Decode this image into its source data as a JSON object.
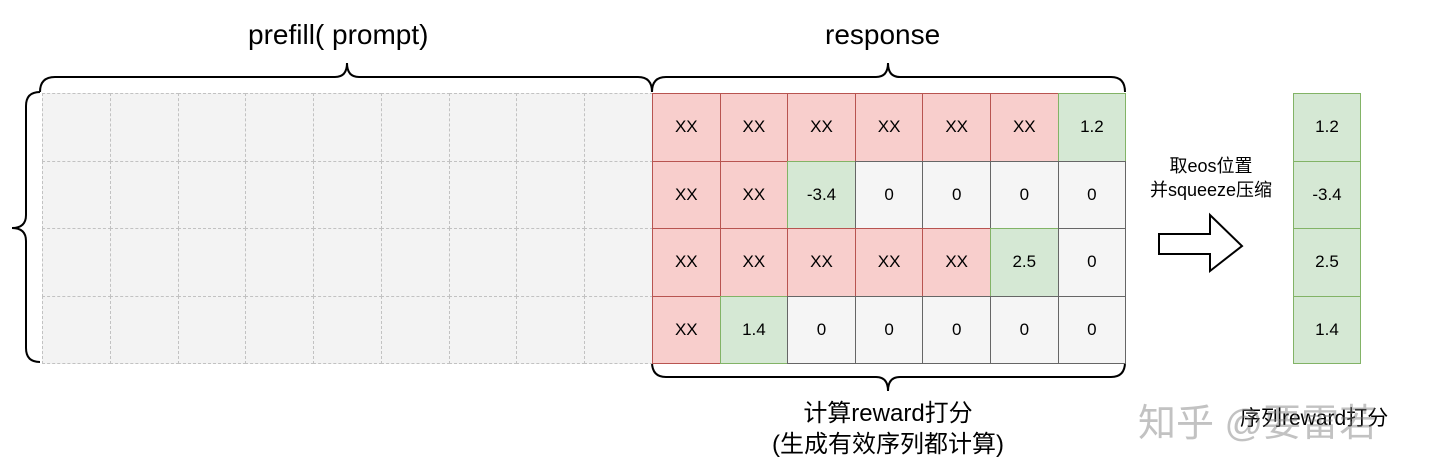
{
  "labels": {
    "prefill": "prefill( prompt)",
    "response": "response",
    "compute_line1": "计算reward打分",
    "compute_line2": "(生成有效序列都计算)",
    "arrow_line1": "取eos位置",
    "arrow_line2": "并squeeze压缩",
    "result": "序列reward打分",
    "watermark": "知乎 @要雷若"
  },
  "response_grid": [
    [
      {
        "t": "XX",
        "k": "xx"
      },
      {
        "t": "XX",
        "k": "xx"
      },
      {
        "t": "XX",
        "k": "xx"
      },
      {
        "t": "XX",
        "k": "xx"
      },
      {
        "t": "XX",
        "k": "xx"
      },
      {
        "t": "XX",
        "k": "xx"
      },
      {
        "t": "1.2",
        "k": "eos"
      }
    ],
    [
      {
        "t": "XX",
        "k": "xx"
      },
      {
        "t": "XX",
        "k": "xx"
      },
      {
        "t": "-3.4",
        "k": "eos"
      },
      {
        "t": "0",
        "k": "zero"
      },
      {
        "t": "0",
        "k": "zero"
      },
      {
        "t": "0",
        "k": "zero"
      },
      {
        "t": "0",
        "k": "zero"
      }
    ],
    [
      {
        "t": "XX",
        "k": "xx"
      },
      {
        "t": "XX",
        "k": "xx"
      },
      {
        "t": "XX",
        "k": "xx"
      },
      {
        "t": "XX",
        "k": "xx"
      },
      {
        "t": "XX",
        "k": "xx"
      },
      {
        "t": "2.5",
        "k": "eos"
      },
      {
        "t": "0",
        "k": "zero"
      }
    ],
    [
      {
        "t": "XX",
        "k": "xx"
      },
      {
        "t": "1.4",
        "k": "eos"
      },
      {
        "t": "0",
        "k": "zero"
      },
      {
        "t": "0",
        "k": "zero"
      },
      {
        "t": "0",
        "k": "zero"
      },
      {
        "t": "0",
        "k": "zero"
      },
      {
        "t": "0",
        "k": "zero"
      }
    ]
  ],
  "output_column": [
    "1.2",
    "-3.4",
    "2.5",
    "1.4"
  ],
  "colors": {
    "xx_fill": "#f8cecc",
    "xx_stroke": "#b85450",
    "eos_fill": "#d5e8d4",
    "eos_stroke": "#82b366",
    "zero_fill": "#f5f5f5",
    "prefill_fill": "#f3f3f3"
  }
}
